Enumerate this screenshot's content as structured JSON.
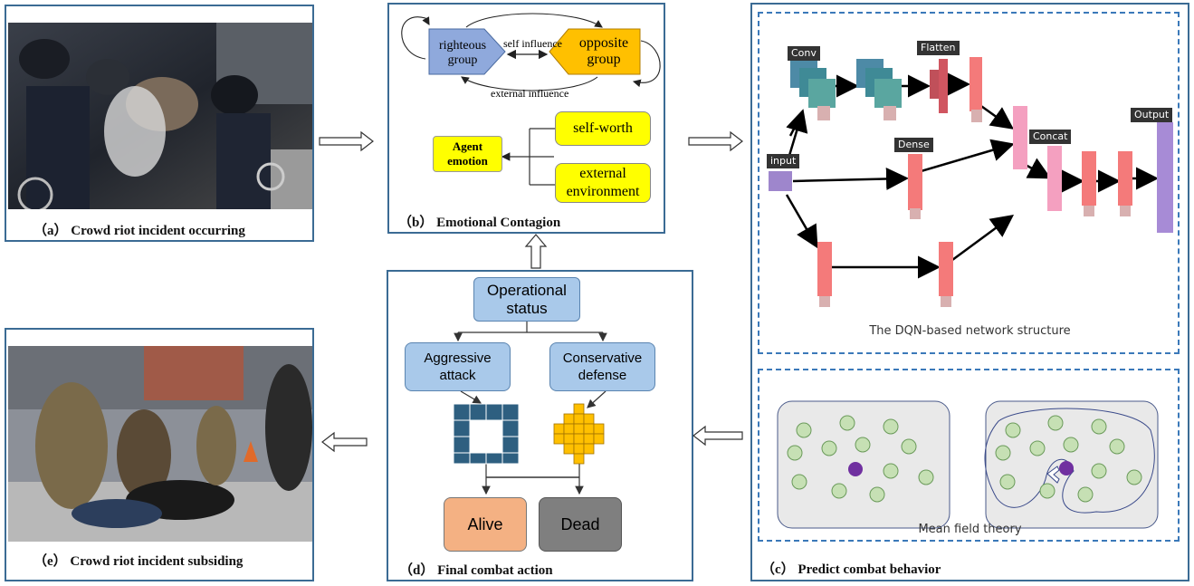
{
  "panel_a": {
    "caption": "（a） Crowd riot incident  occurring",
    "photo_icon": "riot-photo"
  },
  "panel_e": {
    "caption": "（e） Crowd riot incident subsiding",
    "photo_icon": "arrest-photo"
  },
  "panel_b": {
    "caption": "（b） Emotional Contagion",
    "righteous_line1": "righteous",
    "righteous_line2": "group",
    "opposite_line1": "opposite",
    "opposite_line2": "group",
    "self_influence": "self influence",
    "external_influence": "external influence",
    "agent_emotion_line1": "Agent",
    "agent_emotion_line2": "emotion",
    "self_worth": "self-worth",
    "external_env_line1": "external",
    "external_env_line2": "environment",
    "colors": {
      "righteous": "#8fa9dc",
      "opposite": "#ffc000",
      "yellow": "#ffff00"
    }
  },
  "panel_c": {
    "caption": "（c） Predict combat behavior",
    "dqn_title": "The DQN-based network structure",
    "mft_title": "Mean field theory",
    "labels": {
      "conv": "Conv",
      "flatten": "Flatten",
      "dense": "Dense",
      "input": "input",
      "concat": "Concat",
      "output": "Output"
    },
    "colors": {
      "conv": "#4d8aa6",
      "dense": "#f47a7a",
      "concat": "#f4a0c0",
      "input": "#9e86cc",
      "output": "#a78bd6",
      "agent": "#7030a0",
      "neighbor": "#c6e0b4"
    }
  },
  "panel_d": {
    "caption": "（d） Final combat action",
    "operational_line1": "Operational",
    "operational_line2": "status",
    "aggressive_line1": "Aggressive",
    "aggressive_line2": "attack",
    "conservative_line1": "Conservative",
    "conservative_line2": "defense",
    "alive": "Alive",
    "dead": "Dead",
    "colors": {
      "box": "#a9c9ea",
      "grid_dark": "#2e5f80",
      "grid_gold": "#ffc000",
      "alive": "#f4b183",
      "dead": "#7f7f7f"
    }
  }
}
